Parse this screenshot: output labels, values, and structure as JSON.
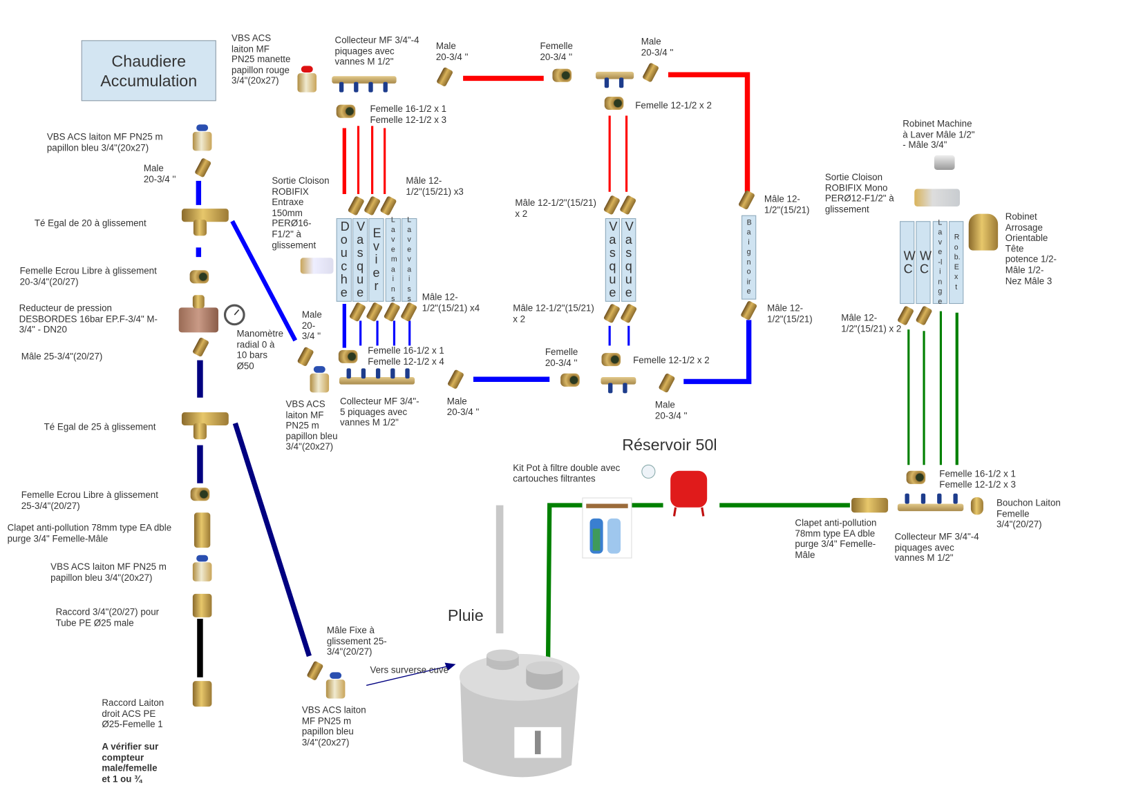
{
  "title": "Chaudiere\nAccumulation",
  "labels": {
    "vbs_red": "VBS ACS\nlaiton MF\nPN25 manette\npapillon rouge\n3/4\"(20x27)",
    "coll_top": "Collecteur MF 3/4\"-4\npiquages avec\nvannes M 1/2\"",
    "male_top1": "Male\n20-3/4 ''",
    "femelle_top": "Femelle\n20-3/4 ''",
    "male_top2": "Male\n20-3/4 ''",
    "fem_top_left": "Femelle 16-1/2 x 1\nFemelle 12-1/2 x 3",
    "fem_top_mid": "Femelle 12-1/2 x 2",
    "vbs_blue1": "VBS ACS laiton MF PN25 m\npapillon bleu 3/4\"(20x27)",
    "male_left": "Male\n20-3/4 ''",
    "te20": "Té Egal de 20 à glissement",
    "sortie": "Sortie Cloison\nROBIFIX\nEntraxe\n150mm\nPERØ16-\nF1/2\" à\nglissement",
    "male_x3": "Mâle  12-\n1/2\"(15/21) x3",
    "male_mid_x2_top": "Mâle 12-1/2\"(15/21)\nx 2",
    "male_bain_top": "Mâle 12-\n1/2\"(15/21)",
    "sortie_mono": "Sortie Cloison\nROBIFIX Mono\nPERØ12-F1/2\" à\nglissement",
    "robinet_machine": "Robinet Machine\nà Laver Mâle 1/2\"\n- Mâle 3/4\"",
    "robinet_arrosage": "Robinet\nArrosage\nOrientable\nTête\npotence 1/2-\nMâle 1/2-\nNez Mâle 3",
    "fem_ecrou20": "Femelle Ecrou Libre à glissement\n20-3/4\"(20/27)",
    "reducteur": "Reducteur de pression\nDESBORDES 16bar EP.F-3/4\" M-\n3/4\" - DN20",
    "male25": "Mâle 25-3/4\"(20/27)",
    "manometre": "Manomètre\nradial 0 à\n10 bars\nØ50",
    "male_mid": "Male\n20-\n3/4 ''",
    "male_x4": "Mâle  12-\n1/2\"(15/21) x4",
    "male_mid_x2_bot": "Mâle 12-1/2\"(15/21)\nx 2",
    "male_bain_bot": "Mâle 12-\n1/2\"(15/21)",
    "male_right_x2": "Mâle  12-\n1/2\"(15/21) x 2",
    "fem_bot_left": "Femelle 16-1/2 x 1\nFemelle 12-1/2 x 4",
    "femelle_bot": "Femelle\n20-3/4 ''",
    "fem_bot_mid": "Femelle 12-1/2 x 2",
    "vbs_blue2": "VBS ACS\nlaiton MF\nPN25 m\npapillon bleu\n3/4\"(20x27)",
    "coll_bot": "Collecteur MF 3/4\"-\n5 piquages avec\nvannes M 1/2\"",
    "male_bot1": "Male\n20-3/4 ''",
    "male_bot2": "Male\n20-3/4 ''",
    "te25": "Té Egal de 25 à glissement",
    "reservoir": "Réservoir 50l",
    "kit": "Kit Pot à filtre double avec\ncartouches filtrantes",
    "fem_right": "Femelle 16-1/2 x 1\nFemelle 12-1/2 x 3",
    "bouchon": "Bouchon Laiton\nFemelle\n3/4\"(20/27)",
    "clapet_right": "Clapet anti-pollution\n78mm type EA dble\npurge 3/4\" Femelle-\nMâle",
    "coll_right": "Collecteur MF 3/4\"-4\npiquages avec\nvannes M 1/2\"",
    "fem_ecrou25": "Femelle Ecrou Libre à glissement\n25-3/4\"(20/27)",
    "clapet_left": "Clapet anti-pollution 78mm type EA dble\npurge 3/4\" Femelle-Mâle",
    "vbs_blue3": "VBS ACS laiton MF PN25 m\npapillon bleu 3/4\"(20x27)",
    "raccord34": "Raccord 3/4\"(20/27) pour\nTube PE Ø25 male",
    "pluie": "Pluie",
    "male_fixe": "Mâle Fixe à\nglissement 25-\n3/4\"(20/27)",
    "vers": "Vers surverse cuve",
    "vbs_blue4": "VBS ACS laiton\nMF PN25 m\npapillon bleu\n3/4\"(20x27)",
    "raccord_laiton": "Raccord Laiton\ndroit ACS PE\nØ25-Femelle 1",
    "verifier": "A  vérifier sur\ncompteur\nmale/femelle\net 1 ou ¾"
  },
  "outlets": {
    "hot_left": [
      "Douche",
      "Vasque",
      "Evier",
      "Lavemains",
      "Lavevaiss"
    ],
    "hot_mid": [
      "Vasque",
      "Vasque"
    ],
    "bath": "Baignoire",
    "cold_right": [
      "WC",
      "WC",
      "Lave-linge",
      "Rob.Ext"
    ]
  },
  "colors": {
    "hot_pipe": "#ff0000",
    "cold_pipe": "#0000ff",
    "main_pipe": "#000080",
    "rain_pipe": "#008000",
    "pe_pipe": "#000000",
    "boiler_box": "#d3e5f2",
    "outlet_box": "#cfe3f1"
  }
}
